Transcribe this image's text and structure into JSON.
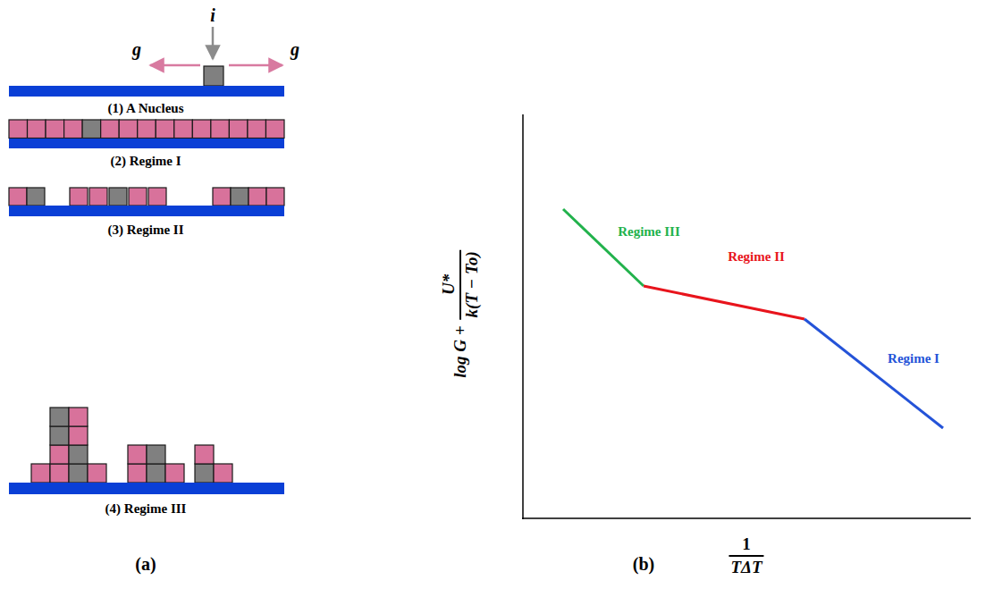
{
  "diagram": {
    "labels": [
      "i",
      "g",
      "g",
      "(1) A Nucleus",
      "(2) Regime I",
      "(3) Regime II",
      "(4) Regime III",
      "(a)",
      "log G +",
      "U*",
      "k(T − To)",
      "Regime III",
      "Regime II",
      "Regime I",
      "1",
      "TΔT",
      "(b)"
    ]
  }
}
